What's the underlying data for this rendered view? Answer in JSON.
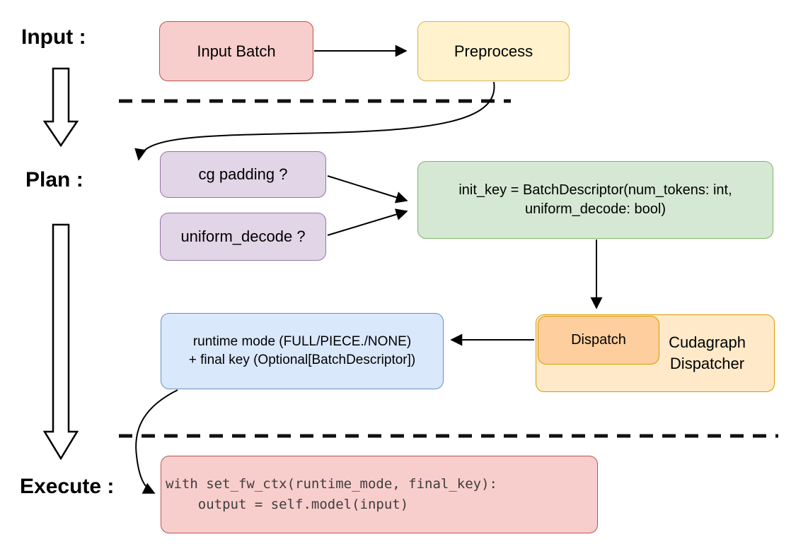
{
  "stages": {
    "input": "Input :",
    "plan": "Plan :",
    "execute": "Execute :"
  },
  "nodes": {
    "input_batch": {
      "label": "Input Batch"
    },
    "preprocess": {
      "label": "Preprocess"
    },
    "cg_padding": {
      "label": "cg padding ?"
    },
    "uniform_decode": {
      "label": "uniform_decode ?"
    },
    "init_key": {
      "line1": "init_key = BatchDescriptor(num_tokens: int,",
      "line2": "uniform_decode: bool)"
    },
    "dispatch": {
      "label": "Dispatch"
    },
    "cudagraph_dispatcher": {
      "label": "Cudagraph Dispatcher"
    },
    "runtime_mode": {
      "line1": "runtime mode (FULL/PIECE./NONE)",
      "line2": "+ final key (Optional[BatchDescriptor])"
    },
    "execute_code": {
      "line1": "with set_fw_ctx(runtime_mode, final_key):",
      "line2": "    output = self.model(input)"
    }
  },
  "colors": {
    "red_fill": "#f8cecc",
    "red_border": "#b85450",
    "yellow_fill": "#fff2cc",
    "yellow_border": "#d6b656",
    "purple_fill": "#e1d5e7",
    "purple_border": "#9673a6",
    "green_fill": "#d5e8d4",
    "green_border": "#82b366",
    "orange_outer_fill": "#ffe9c9",
    "orange_inner_fill": "#ffce9e",
    "orange_border": "#d79b00",
    "blue_fill": "#dae8fc",
    "blue_border": "#6c8ebf",
    "connector": "#000000"
  }
}
